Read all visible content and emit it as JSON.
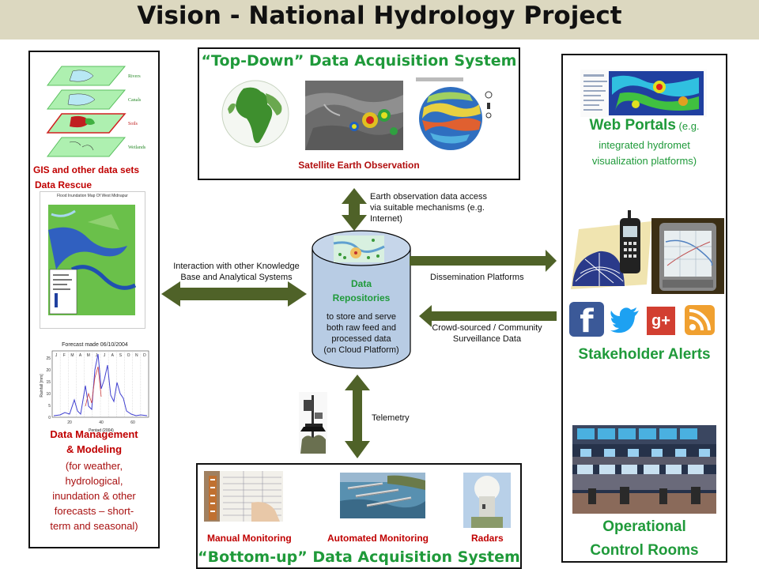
{
  "title": "Vision - National Hydrology Project",
  "top_box": {
    "heading": "“Top-Down” Data Acquisition System",
    "caption": "Satellite Earth Observation"
  },
  "left_box": {
    "gis_label_1": "GIS and other data sets",
    "gis_label_2": "Data Rescue",
    "layer_labels": [
      "Rivers",
      "Canals",
      "Soils",
      "Wetlands"
    ],
    "map_title": "Flood Inundation Map Of West Midnapur",
    "chart_title": "Forecast made 06/10/2004",
    "chart_months": [
      "J",
      "F",
      "M",
      "A",
      "M",
      "J",
      "J",
      "A",
      "S",
      "O",
      "N",
      "D"
    ],
    "chart_yticks": [
      "0",
      "5",
      "10",
      "15",
      "20",
      "25"
    ],
    "chart_xticks": [
      "20",
      "40",
      "60"
    ],
    "chart_xlabel": "Pentad (2004)",
    "chart_ylabel": "Rainfall [mm]",
    "dm_title_1": "Data Management",
    "dm_title_2": "& Modeling",
    "dm_desc": [
      "(for weather,",
      "hydrological,",
      "inundation & other",
      "forecasts – short-",
      "term and seasonal)"
    ]
  },
  "right_box": {
    "portals_title": "Web Portals",
    "portals_eg": " (e.g.",
    "portals_desc": [
      "integrated hydromet",
      "visualization platforms)"
    ],
    "alerts_title": "Stakeholder Alerts",
    "control_title_1": "Operational",
    "control_title_2": "Control Rooms",
    "social_icons": [
      "f",
      "g+"
    ]
  },
  "center": {
    "repo_title_1": "Data",
    "repo_title_2": "Repositories",
    "repo_desc": [
      "to store and serve",
      "both raw feed and",
      "processed data",
      "(on Cloud Platform)"
    ],
    "eo_access": [
      "Earth observation data access",
      "via suitable mechanisms (e.g.",
      "Internet)"
    ],
    "knowledge": [
      "Interaction with other Knowledge",
      "Base and Analytical Systems"
    ],
    "dissemination": "Dissemination Platforms",
    "crowd": [
      "Crowd-sourced / Community",
      "Surveillance Data"
    ],
    "telemetry": "Telemetry"
  },
  "bottom_box": {
    "manual": "Manual Monitoring",
    "automated": "Automated Monitoring",
    "radars": "Radars",
    "heading": "“Bottom-up” Data Acquisition System"
  },
  "colors": {
    "arrow": "#4f6228",
    "green_heading": "#1f9a3a",
    "red_heading": "#c00000",
    "repo_fill": "#b8cce4"
  }
}
